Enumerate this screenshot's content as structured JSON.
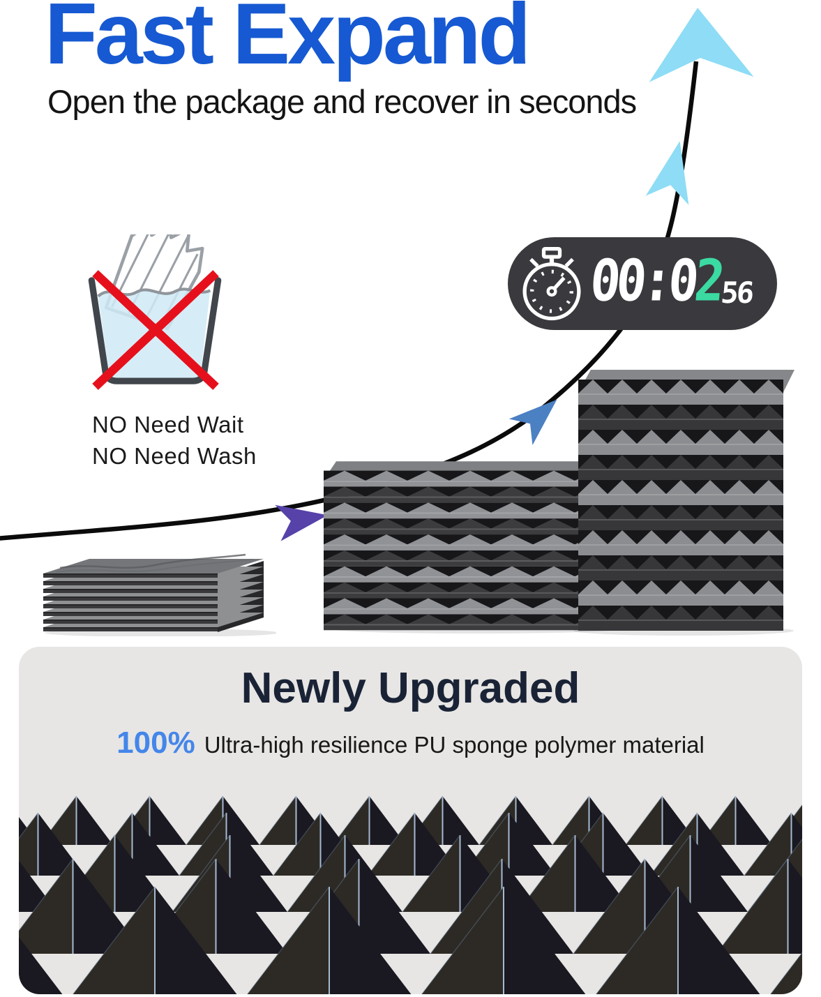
{
  "header": {
    "title": "Fast Expand",
    "subtitle": "Open the package and recover in seconds"
  },
  "no_wash": {
    "line1": "NO Need Wait",
    "line2": "NO Need Wash"
  },
  "timer": {
    "hours_minutes": "00:0",
    "accent_digit": "2",
    "seconds": "56"
  },
  "upgrade": {
    "heading": "Newly Upgraded",
    "highlight": "100%",
    "description": "Ultra-high resilience PU sponge polymer material"
  },
  "icons": {
    "stopwatch": "stopwatch-icon",
    "no_wash_tub": "no-wash-tub-icon",
    "up_arrow": "up-arrow-icon"
  },
  "colors": {
    "title_blue": "#1659d2",
    "heading_navy": "#1a2336",
    "highlight_blue": "#4486ea",
    "timer_background": "#3a393d",
    "timer_accent_teal": "#3bdaa2",
    "cross_red": "#e6101c",
    "arrow_cyan": "#8edcf5",
    "arrow_purple": "#5642a9",
    "arrow_blue": "#4b80c3",
    "panel_gray": "#e7e6e4"
  }
}
